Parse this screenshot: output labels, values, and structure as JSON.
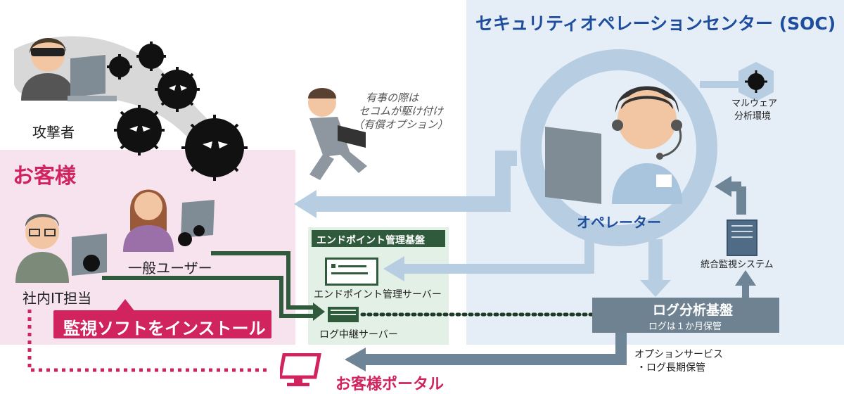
{
  "soc": {
    "title": "セキュリティオペレーションセンター (SOC)"
  },
  "attacker": {
    "label": "攻撃者"
  },
  "customer": {
    "title": "お客様",
    "general_user": "一般ユーザー",
    "it_staff": "社内IT担当",
    "install_banner": "監視ソフトをインストール"
  },
  "dispatch_note": {
    "line1": "有事の際は",
    "line2": "セコムが駆け付け",
    "line3": "（有償オプション）"
  },
  "operator": {
    "label": "オペレーター"
  },
  "malware_env": {
    "line1": "マルウェア",
    "line2": "分析環境"
  },
  "endpoint": {
    "header": "エンドポイント管理基盤",
    "server_label": "エンドポイント管理サーバー",
    "relay_label": "ログ中継サーバー"
  },
  "monitoring": {
    "label": "統合監視システム"
  },
  "log_platform": {
    "title": "ログ分析基盤",
    "sub": "ログは１か月保管"
  },
  "options": {
    "line1": "オプションサービス",
    "line2": "・ログ長期保管"
  },
  "portal": {
    "label": "お客様ポータル"
  },
  "colors": {
    "soc_bg": "#e5eef6",
    "customer_bg": "#f6e3ee",
    "endpoint_bg": "#e3f0e6",
    "accent_blue": "#1f4d9e",
    "accent_pink": "#d1245f",
    "arrow_blue": "#b7cde2",
    "arrow_slate": "#6e8497",
    "arrow_green": "#2f5a3c",
    "panel_slate": "#6f8291"
  }
}
